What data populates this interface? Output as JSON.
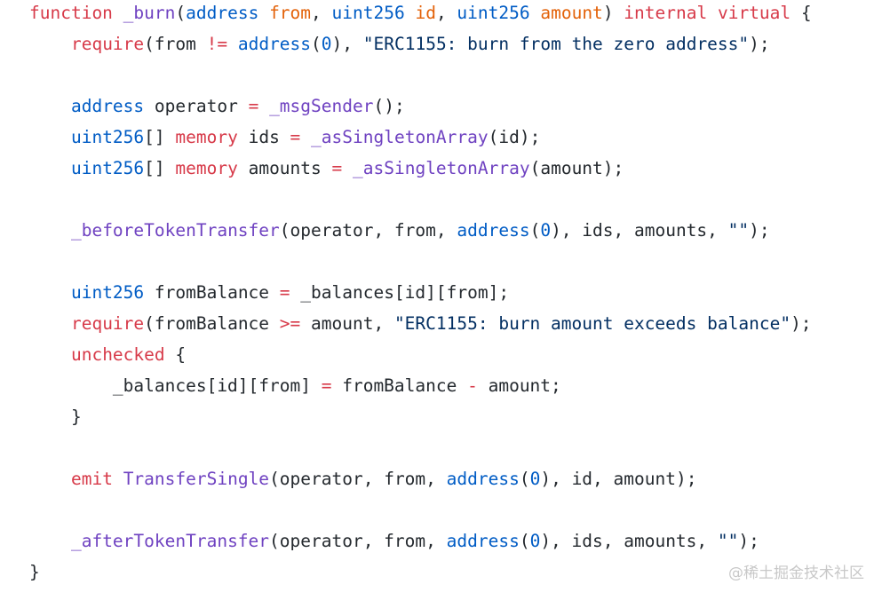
{
  "code": {
    "language": "solidity",
    "colors": {
      "keyword": "#d73a49",
      "type": "#005cc5",
      "function": "#6f42c1",
      "string": "#032f62",
      "number": "#005cc5",
      "operator": "#d73a49",
      "identifier": "#24292e",
      "parameter": "#e36209"
    },
    "lines": [
      [
        [
          "kw",
          "function"
        ],
        [
          "id",
          " "
        ],
        [
          "fn",
          "_burn"
        ],
        [
          "id",
          "("
        ],
        [
          "type",
          "address"
        ],
        [
          "id",
          " "
        ],
        [
          "prm",
          "from"
        ],
        [
          "id",
          ", "
        ],
        [
          "type",
          "uint256"
        ],
        [
          "id",
          " "
        ],
        [
          "prm",
          "id"
        ],
        [
          "id",
          ", "
        ],
        [
          "type",
          "uint256"
        ],
        [
          "id",
          " "
        ],
        [
          "prm",
          "amount"
        ],
        [
          "id",
          ") "
        ],
        [
          "kw",
          "internal"
        ],
        [
          "id",
          " "
        ],
        [
          "kw",
          "virtual"
        ],
        [
          "id",
          " {"
        ]
      ],
      [
        [
          "id",
          "    "
        ],
        [
          "kw",
          "require"
        ],
        [
          "id",
          "(from "
        ],
        [
          "op",
          "!="
        ],
        [
          "id",
          " "
        ],
        [
          "type",
          "address"
        ],
        [
          "id",
          "("
        ],
        [
          "num",
          "0"
        ],
        [
          "id",
          "), "
        ],
        [
          "str",
          "\"ERC1155: burn from the zero address\""
        ],
        [
          "id",
          ");"
        ]
      ],
      [],
      [
        [
          "id",
          "    "
        ],
        [
          "type",
          "address"
        ],
        [
          "id",
          " operator "
        ],
        [
          "op",
          "="
        ],
        [
          "id",
          " "
        ],
        [
          "fn",
          "_msgSender"
        ],
        [
          "id",
          "();"
        ]
      ],
      [
        [
          "id",
          "    "
        ],
        [
          "type",
          "uint256"
        ],
        [
          "id",
          "[] "
        ],
        [
          "kw",
          "memory"
        ],
        [
          "id",
          " ids "
        ],
        [
          "op",
          "="
        ],
        [
          "id",
          " "
        ],
        [
          "fn",
          "_asSingletonArray"
        ],
        [
          "id",
          "(id);"
        ]
      ],
      [
        [
          "id",
          "    "
        ],
        [
          "type",
          "uint256"
        ],
        [
          "id",
          "[] "
        ],
        [
          "kw",
          "memory"
        ],
        [
          "id",
          " amounts "
        ],
        [
          "op",
          "="
        ],
        [
          "id",
          " "
        ],
        [
          "fn",
          "_asSingletonArray"
        ],
        [
          "id",
          "(amount);"
        ]
      ],
      [],
      [
        [
          "id",
          "    "
        ],
        [
          "fn",
          "_beforeTokenTransfer"
        ],
        [
          "id",
          "(operator, from, "
        ],
        [
          "type",
          "address"
        ],
        [
          "id",
          "("
        ],
        [
          "num",
          "0"
        ],
        [
          "id",
          "), ids, amounts, "
        ],
        [
          "str",
          "\"\""
        ],
        [
          "id",
          ");"
        ]
      ],
      [],
      [
        [
          "id",
          "    "
        ],
        [
          "type",
          "uint256"
        ],
        [
          "id",
          " fromBalance "
        ],
        [
          "op",
          "="
        ],
        [
          "id",
          " _balances[id][from];"
        ]
      ],
      [
        [
          "id",
          "    "
        ],
        [
          "kw",
          "require"
        ],
        [
          "id",
          "(fromBalance "
        ],
        [
          "op",
          ">="
        ],
        [
          "id",
          " amount, "
        ],
        [
          "str",
          "\"ERC1155: burn amount exceeds balance\""
        ],
        [
          "id",
          ");"
        ]
      ],
      [
        [
          "id",
          "    "
        ],
        [
          "kw",
          "unchecked"
        ],
        [
          "id",
          " {"
        ]
      ],
      [
        [
          "id",
          "        _balances[id][from] "
        ],
        [
          "op",
          "="
        ],
        [
          "id",
          " fromBalance "
        ],
        [
          "op",
          "-"
        ],
        [
          "id",
          " amount;"
        ]
      ],
      [
        [
          "id",
          "    }"
        ]
      ],
      [],
      [
        [
          "id",
          "    "
        ],
        [
          "kw",
          "emit"
        ],
        [
          "id",
          " "
        ],
        [
          "fn",
          "TransferSingle"
        ],
        [
          "id",
          "(operator, from, "
        ],
        [
          "type",
          "address"
        ],
        [
          "id",
          "("
        ],
        [
          "num",
          "0"
        ],
        [
          "id",
          "), id, amount);"
        ]
      ],
      [],
      [
        [
          "id",
          "    "
        ],
        [
          "fn",
          "_afterTokenTransfer"
        ],
        [
          "id",
          "(operator, from, "
        ],
        [
          "type",
          "address"
        ],
        [
          "id",
          "("
        ],
        [
          "num",
          "0"
        ],
        [
          "id",
          "), ids, amounts, "
        ],
        [
          "str",
          "\"\""
        ],
        [
          "id",
          ");"
        ]
      ],
      [
        [
          "id",
          "}"
        ]
      ]
    ]
  },
  "watermark": {
    "text": "@稀土掘金技术社区"
  }
}
